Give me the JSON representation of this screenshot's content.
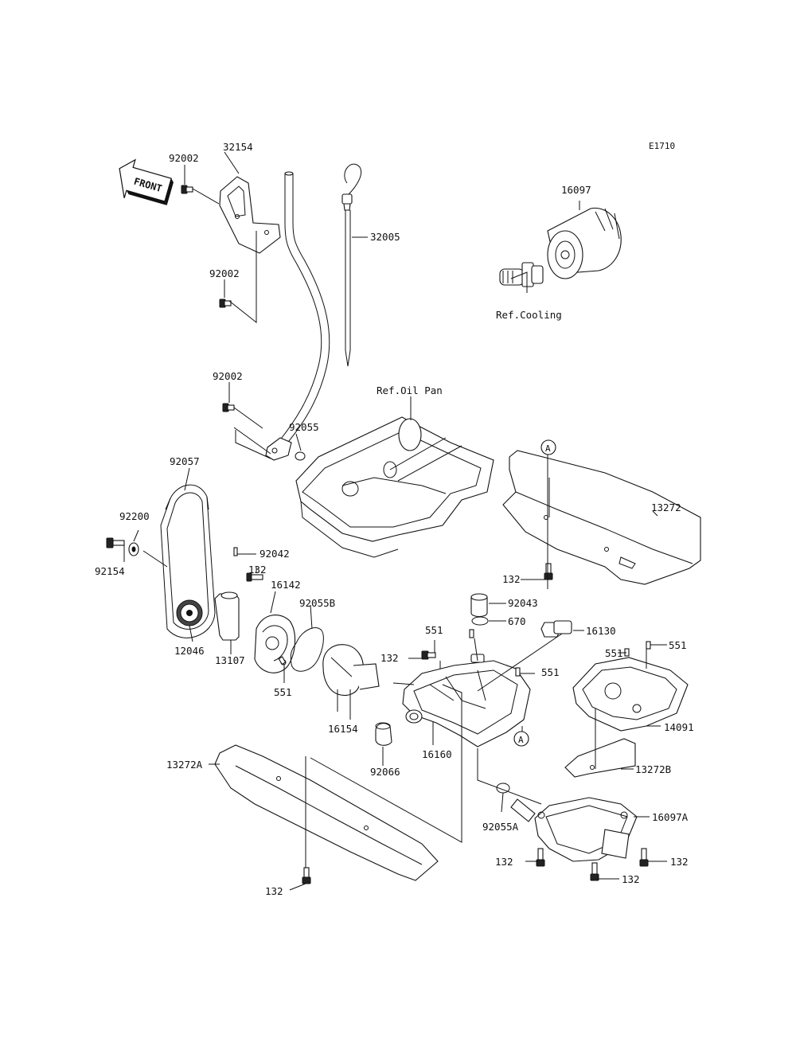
{
  "diagram": {
    "code": "E1710",
    "front_marker": "FRONT",
    "ref_labels": {
      "cooling": "Ref.Cooling",
      "oil_pan": "Ref.Oil Pan"
    },
    "section_marks": [
      "A",
      "A"
    ],
    "part_labels": [
      "92002",
      "32154",
      "92002",
      "32005",
      "16097",
      "92002",
      "92055",
      "92057",
      "92200",
      "92154",
      "92042",
      "132",
      "16142",
      "92055B",
      "12046",
      "13107",
      "551",
      "16154",
      "13272",
      "132",
      "92043",
      "670",
      "551",
      "16130",
      "132",
      "551",
      "551",
      "551",
      "14091",
      "16160",
      "92066",
      "13272A",
      "13272B",
      "92055A",
      "16097A",
      "132",
      "132",
      "132",
      "132"
    ]
  }
}
